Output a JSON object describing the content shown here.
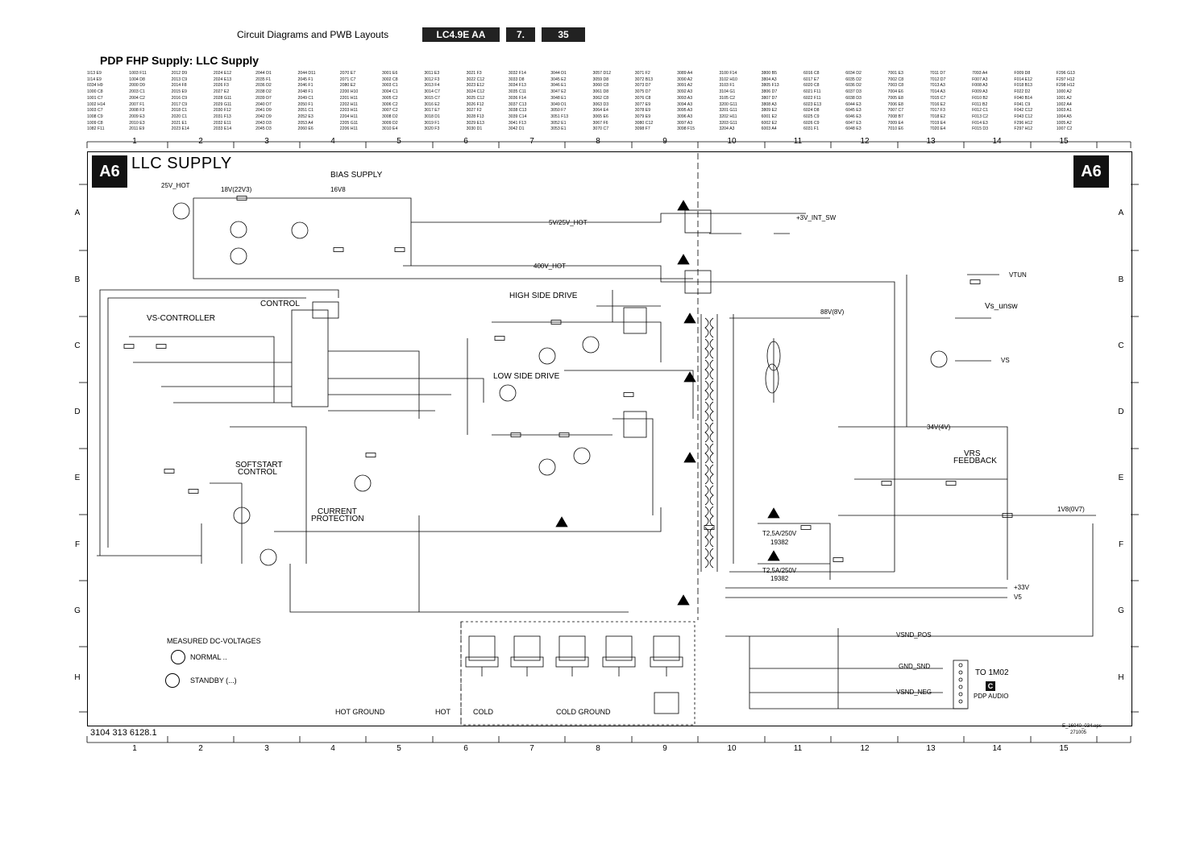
{
  "header": {
    "section_title": "Circuit Diagrams and PWB Layouts",
    "model": "LC4.9E AA",
    "chapter": "7.",
    "page": "35"
  },
  "page_title": "PDP FHP Supply: LLC Supply",
  "index_columns": [
    [
      "1I13 E9",
      "1I14 E9",
      "0334 H9",
      "1000 C8",
      "1001 C7",
      "1002 H14",
      "1003 C7",
      "1008 C9",
      "1009 C8",
      "1082 F11"
    ],
    [
      "1003 F11",
      "1004 D8",
      "2000 D9",
      "2003 C1",
      "2004 C2",
      "2007 F1",
      "2008 F3",
      "2009 E3",
      "2010 E3",
      "2011 E9"
    ],
    [
      "2012 D9",
      "2013 C9",
      "2014 F8",
      "2015 E9",
      "2016 C9",
      "2017 C9",
      "2018 C1",
      "2020 C1",
      "2021 E1",
      "2023 E14"
    ],
    [
      "2024 E12",
      "2024 E13",
      "2026 F3",
      "2027 E2",
      "2028 G11",
      "2029 G11",
      "2030 F12",
      "2031 F13",
      "2032 E11",
      "2033 E14"
    ],
    [
      "2044 D1",
      "2035 F1",
      "2036 D2",
      "2038 D2",
      "2039 D7",
      "2040 D7",
      "2041 D9",
      "2042 D9",
      "2043 D3",
      "2045 D3"
    ],
    [
      "2044 D11",
      "2045 F1",
      "2046 F1",
      "2048 F1",
      "2049 C1",
      "2050 F1",
      "2051 C1",
      "2052 E3",
      "2053 A4",
      "2060 E6"
    ],
    [
      "2070 E7",
      "2071 C7",
      "2080 E2",
      "2200 H10",
      "2201 H11",
      "2202 H11",
      "2203 H11",
      "2204 H11",
      "2205 G11",
      "2206 H11"
    ],
    [
      "3001 E6",
      "3002 C8",
      "3003 C1",
      "3004 C1",
      "3005 C2",
      "3006 C2",
      "3007 C2",
      "3008 D2",
      "3009 D2",
      "3010 E4"
    ],
    [
      "3011 E3",
      "3012 F3",
      "3013 F4",
      "3014 C7",
      "3015 C7",
      "3016 E2",
      "3017 E7",
      "3018 D1",
      "3019 F1",
      "3020 F3"
    ],
    [
      "3021 F3",
      "3022 C12",
      "3023 E12",
      "3024 C12",
      "3025 C12",
      "3026 F12",
      "3027 F2",
      "3028 F13",
      "3029 E13",
      "3030 D1"
    ],
    [
      "3032 F14",
      "3033 D8",
      "3034 F13",
      "3035 C11",
      "3036 F14",
      "3037 C13",
      "3038 C13",
      "3039 C14",
      "3041 F13",
      "3042 D1"
    ],
    [
      "3044 D1",
      "3045 E2",
      "3046 E1",
      "3047 E2",
      "3048 E1",
      "3049 D1",
      "3050 F7",
      "3051 F13",
      "3052 E1",
      "3053 E1"
    ],
    [
      "3057 D12",
      "3059 D8",
      "3060 C8",
      "3061 D8",
      "3062 C8",
      "3063 D3",
      "3064 E4",
      "3065 E6",
      "3067 F6",
      "3070 C7"
    ],
    [
      "3071 F2",
      "3072 B13",
      "3073 D7",
      "3075 D7",
      "3076 C8",
      "3077 E9",
      "3078 E9",
      "3079 E9",
      "3080 C12",
      "3098 F7"
    ],
    [
      "3089 A4",
      "3090 A2",
      "3091 A2",
      "3092 A3",
      "3093 A3",
      "3094 A3",
      "3095 A3",
      "3096 A3",
      "3097 A3",
      "3098 F15"
    ],
    [
      "3100 F14",
      "3102 H10",
      "3103 F1",
      "3104 G1",
      "3105 C2",
      "3200 G11",
      "3201 G11",
      "3202 H11",
      "3203 G11",
      "3204 A3"
    ],
    [
      "3800 B5",
      "3804 A3",
      "3805 F13",
      "3806 D7",
      "3807 D7",
      "3808 A3",
      "3809 E2",
      "6001 E2",
      "6002 E2",
      "6003 A4"
    ],
    [
      "6016 C8",
      "6017 E7",
      "6020 C8",
      "6021 F11",
      "6022 F11",
      "6023 E13",
      "6024 D8",
      "6025 C9",
      "6026 C9",
      "6031 F1"
    ],
    [
      "6034 D2",
      "6035 D2",
      "6036 D2",
      "6037 D3",
      "6038 D3",
      "6044 E3",
      "6045 E3",
      "6046 E3",
      "6047 E3",
      "6048 E3"
    ],
    [
      "7001 E3",
      "7002 C8",
      "7003 C8",
      "7004 E6",
      "7005 E8",
      "7006 E8",
      "7007 C7",
      "7008 B7",
      "7009 E4",
      "7010 E6"
    ],
    [
      "7011 D7",
      "7012 D7",
      "7013 A3",
      "7014 A3",
      "7015 C7",
      "7016 E2",
      "7017 F3",
      "7018 E2",
      "7019 E4",
      "7020 E4"
    ],
    [
      "7093 A4",
      "F007 A3",
      "F008 A3",
      "F009 A3",
      "F010 B2",
      "F011 B2",
      "F012 C1",
      "F013 C2",
      "F014 E3",
      "F015 D3"
    ],
    [
      "F009 D8",
      "F014 E12",
      "F018 B13",
      "F022 D2",
      "F040 B14",
      "F041 C9",
      "F042 C12",
      "F043 C12",
      "F296 H12",
      "F297 H12"
    ],
    [
      "F296 G13",
      "F297 H12",
      "F298 H12",
      "1000 A2",
      "1001 A2",
      "1002 A4",
      "1003 A1",
      "1004 A5",
      "1005 A2",
      "1007 C2"
    ]
  ],
  "sheet": {
    "badge": "A6",
    "title": "LLC SUPPLY",
    "columns": [
      "1",
      "2",
      "3",
      "4",
      "5",
      "6",
      "7",
      "8",
      "9",
      "10",
      "11",
      "12",
      "13",
      "14",
      "15"
    ],
    "rows": [
      "A",
      "B",
      "C",
      "D",
      "E",
      "F",
      "G",
      "H"
    ]
  },
  "blocks": {
    "bias_supply": "BIAS SUPPLY",
    "control": "CONTROL",
    "vs_controller": "VS-CONTROLLER",
    "softstart": "SOFTSTART",
    "softstart_control": "CONTROL",
    "current": "CURRENT",
    "protection": "PROTECTION",
    "high_side_drive": "HIGH SIDE DRIVE",
    "low_side_drive": "LOW SIDE DRIVE",
    "vrs": "VRS",
    "feedback": "FEEDBACK"
  },
  "nets": {
    "v25_hot": "25V_HOT",
    "v5_25_hot": "5V/25V_HOT",
    "v400_hot": "400V_HOT",
    "v3v3_int_sw": "+3V_INT_SW",
    "vtun": "VTUN",
    "vs_unsw": "Vs_unsw",
    "vs": "VS",
    "v33": "+33V",
    "v5": "V5",
    "vsnd_pos": "VSND_POS",
    "gnd_snd": "GND_SND",
    "vsnd_neg": "VSND_NEG",
    "v34": "34V(4V)",
    "v1v8": "1V8(0V7)",
    "v88": "88V(8V)",
    "v16v8": "16V8",
    "v18v22": "18V(22V3)"
  },
  "fuses": {
    "f1": "T2,5A/250V",
    "f1b": "19382",
    "f2": "T2,5A/250V",
    "f2b": "19382"
  },
  "legend": {
    "title": "MEASURED DC-VOLTAGES",
    "normal": "NORMAL ..",
    "standby": "STANDBY (...)",
    "hot_ground": "HOT GROUND",
    "hot": "HOT",
    "cold": "COLD",
    "cold_ground": "COLD GROUND"
  },
  "to_connector": {
    "to": "TO 1M02",
    "badge": "C",
    "label": "PDP AUDIO"
  },
  "footer": {
    "doc_number": "3104 313 6128.1",
    "file": "E_16040_034.eps",
    "date": "271005"
  }
}
